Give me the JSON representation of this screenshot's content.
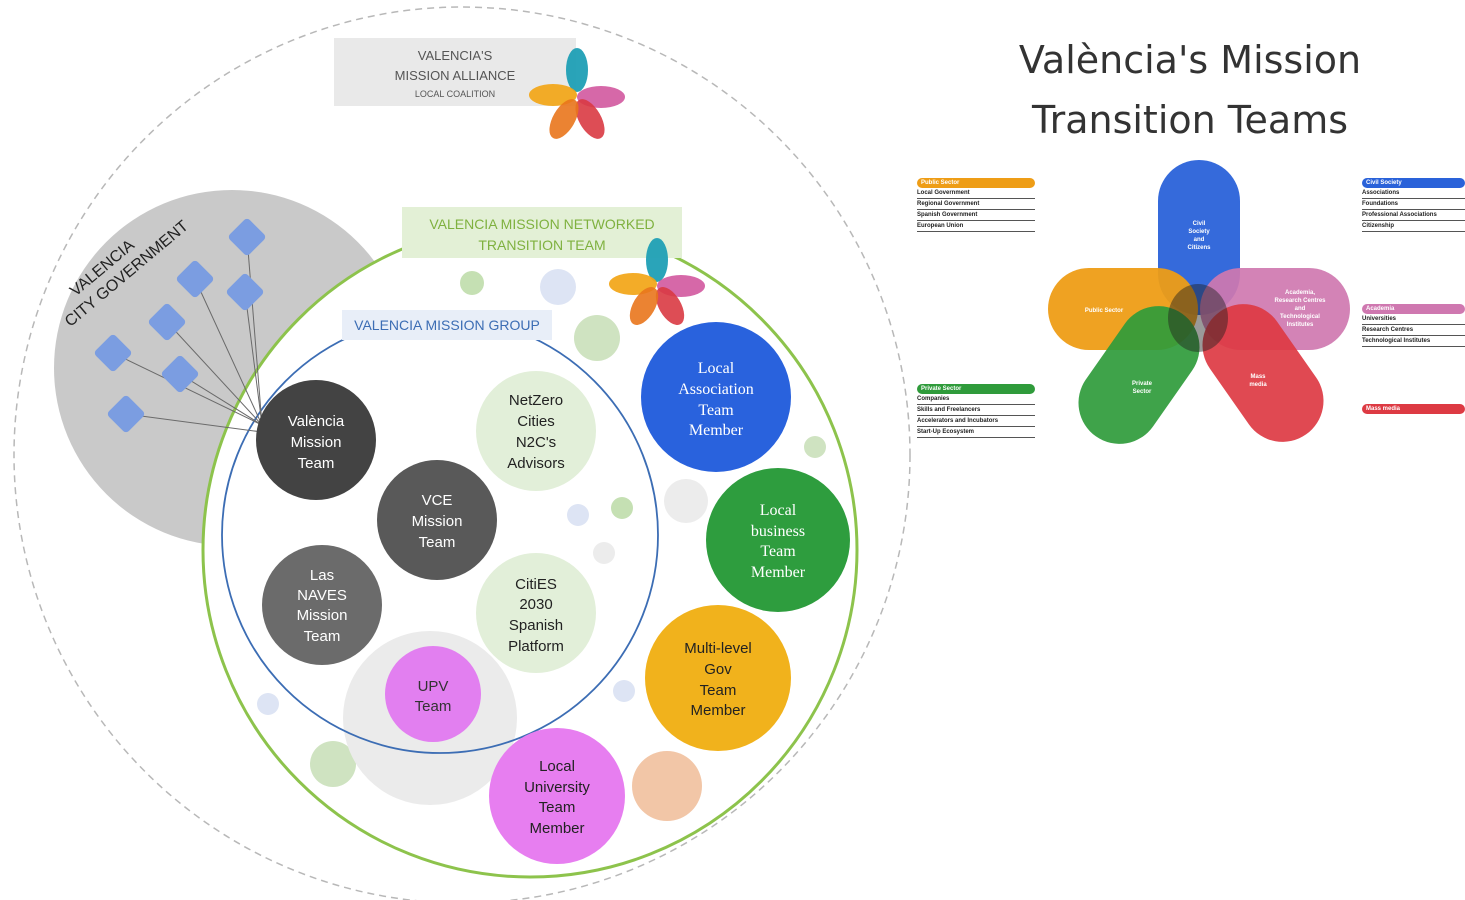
{
  "alliance": {
    "line1": "VALENCIA'S",
    "line2": "MISSION ALLIANCE",
    "line3": "LOCAL COALITION"
  },
  "city_government": {
    "line1": "VALENCIA",
    "line2": "CITY GOVERNMENT"
  },
  "networked_team": {
    "line1": "VALENCIA MISSION NETWORKED",
    "line2": "TRANSITION TEAM"
  },
  "mission_group": {
    "label": "VALENCIA MISSION GROUP"
  },
  "nodes": {
    "valencia_mission_team": [
      "València",
      "Mission",
      "Team"
    ],
    "netzero": [
      "NetZero",
      "Cities",
      "N2C's",
      "Advisors"
    ],
    "vce": [
      "VCE",
      "Mission",
      "Team"
    ],
    "las_naves": [
      "Las",
      "NAVES",
      "Mission",
      "Team"
    ],
    "cities2030": [
      "CitiES",
      "2030",
      "Spanish",
      "Platform"
    ],
    "upv": [
      "UPV",
      "Team"
    ],
    "local_association": [
      "Local",
      "Association",
      "Team",
      "Member"
    ],
    "local_business": [
      "Local",
      "business",
      "Team",
      "Member"
    ],
    "multilevel": [
      "Multi-level",
      "Gov",
      "Team",
      "Member"
    ],
    "local_university": [
      "Local",
      "University",
      "Team",
      "Member"
    ]
  },
  "right_panel": {
    "title_line1": "València's Mission",
    "title_line2": "Transition Teams",
    "petals": {
      "civil": [
        "Civil",
        "Society",
        "and",
        "Citizens"
      ],
      "public": "Public Sector",
      "academia": [
        "Academia,",
        "Research Centres",
        "and",
        "Technological",
        "Institutes"
      ],
      "private": [
        "Private",
        "Sector"
      ],
      "media": [
        "Mass",
        "media"
      ]
    },
    "legends": {
      "public_sector": {
        "header": "Public Sector",
        "items": [
          "Local Government",
          "Regional Government",
          "Spanish Government",
          "European Union"
        ]
      },
      "civil_society": {
        "header": "Civil Society",
        "items": [
          "Associations",
          "Foundations",
          "Professional Associations",
          "Citizenship"
        ]
      },
      "academia": {
        "header": "Academia",
        "items": [
          "Universities",
          "Research Centres",
          "Technological Institutes"
        ]
      },
      "private_sector": {
        "header": "Private Sector",
        "items": [
          "Companies",
          "Skills and Freelancers",
          "Accelerators and Incubators",
          "Start-Up Ecosystem"
        ]
      },
      "mass_media": {
        "header": "Mass media"
      }
    }
  },
  "colors": {
    "blue": "#2a62d9",
    "orange": "#ee9d16",
    "pink": "#cf78b0",
    "green": "#2f9b3b",
    "red": "#dd3a43",
    "teal": "#1f9fb5",
    "light_green": "#8bc34a",
    "gray_circle": "#c8c8c8",
    "diamond": "#7b9de1"
  }
}
